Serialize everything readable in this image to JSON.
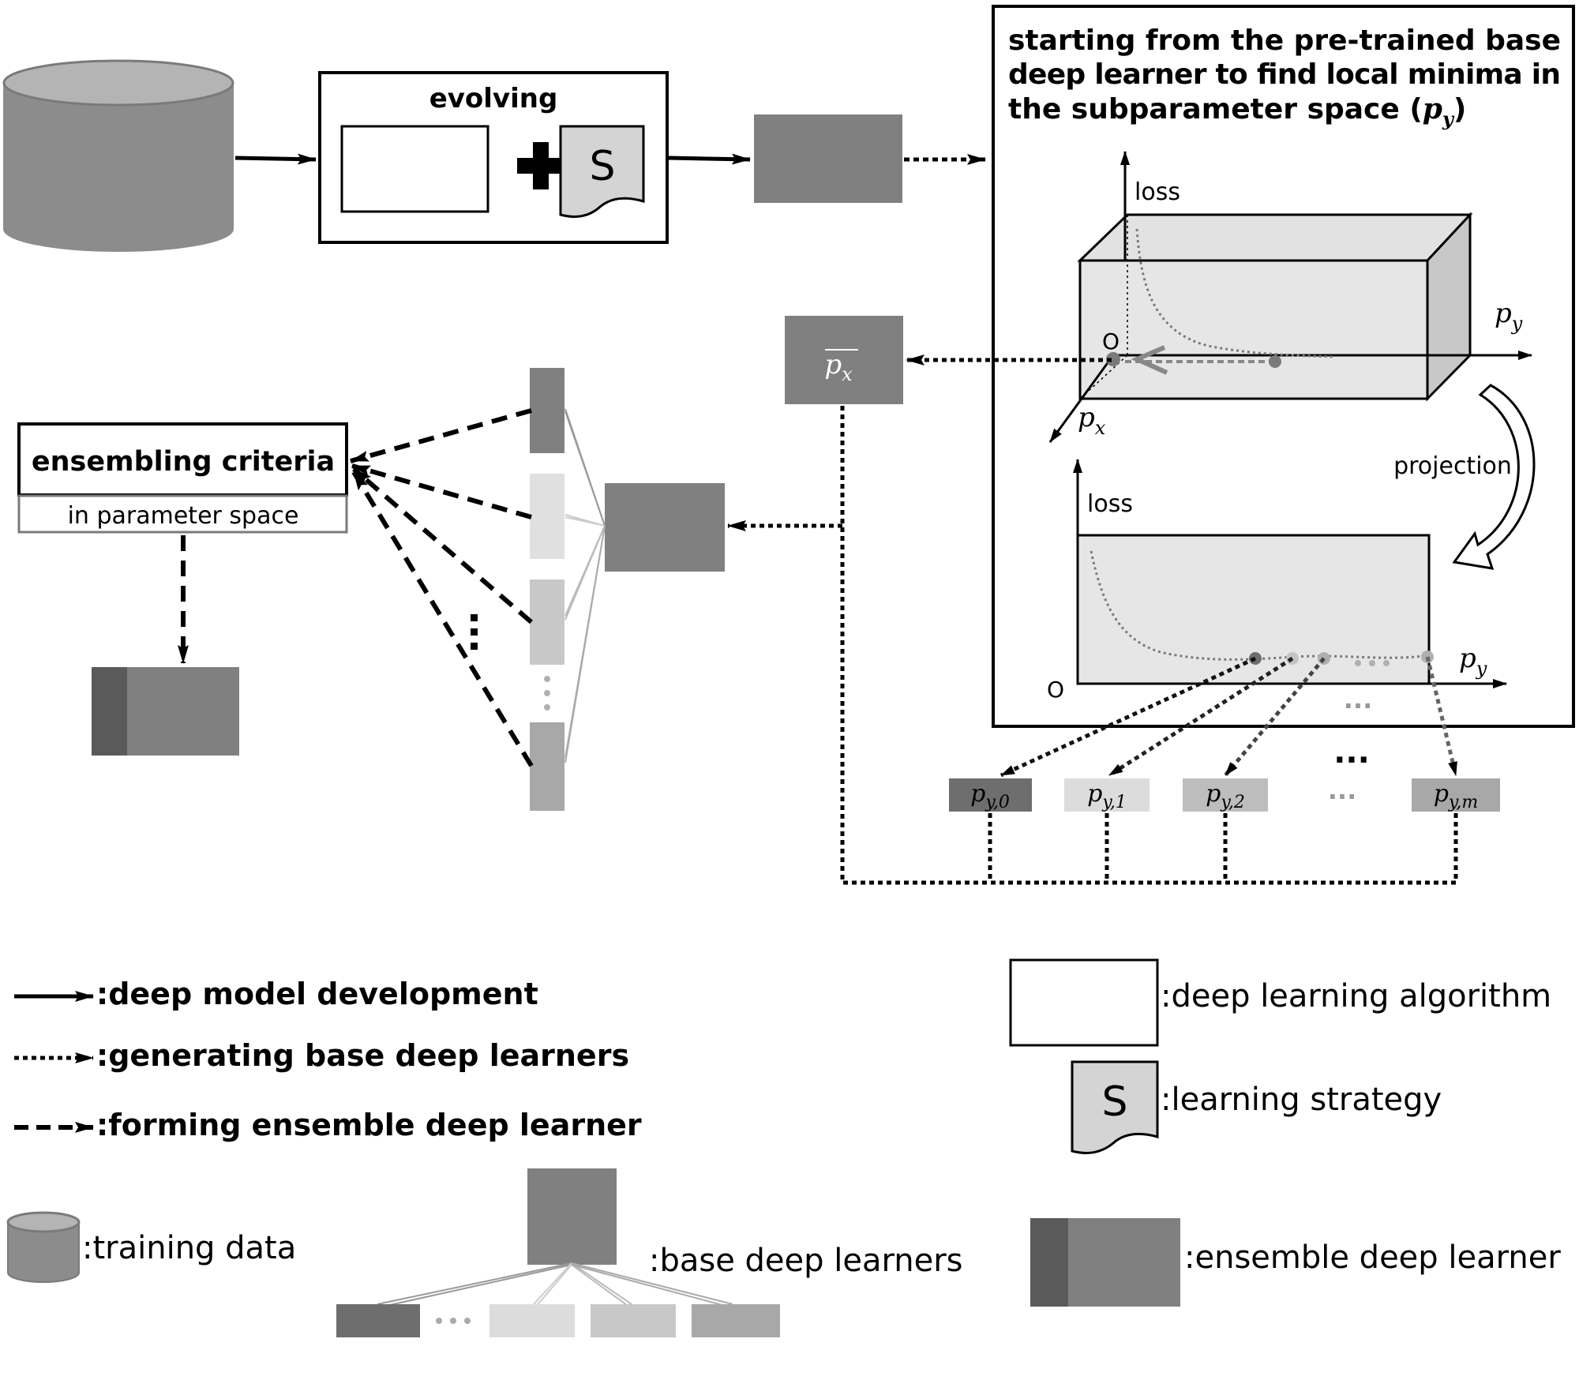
{
  "evolving_box": {
    "title": "evolving",
    "strategy_symbol": "S"
  },
  "search_panel": {
    "description_line1": "starting from the pre-trained base",
    "description_line2": "deep learner to find local minima in",
    "description_line3": "the subparameter space (",
    "description_symbol": "p",
    "description_symbol_sub": "y",
    "description_close": ")",
    "upper_plot": {
      "y_axis": "loss",
      "origin": "O",
      "axis_right": "p",
      "axis_right_sub": "y",
      "axis_diag": "p",
      "axis_diag_sub": "x"
    },
    "projection_label": "projection",
    "lower_plot": {
      "y_axis": "loss",
      "origin": "O",
      "axis_right": "p",
      "axis_right_sub": "y"
    },
    "dots_between": "..."
  },
  "px_bar_box": {
    "symbol": "p",
    "subscript": "x"
  },
  "py_boxes": [
    {
      "symbol": "p",
      "subscript": "y,0",
      "color": "#6e6e6e",
      "text_color": "#ffffff"
    },
    {
      "symbol": "p",
      "subscript": "y,1",
      "color": "#dcdcdc",
      "text_color": "#000000"
    },
    {
      "symbol": "p",
      "subscript": "y,2",
      "color": "#bdbdbd",
      "text_color": "#000000"
    },
    {
      "symbol": "p",
      "subscript": "y,m",
      "color": "#a8a8a8",
      "text_color": "#000000"
    }
  ],
  "py_row_gap_marker": "...",
  "ensembling": {
    "title": "ensembling criteria",
    "subtitle": "in parameter space"
  },
  "learner_stack_colors": [
    "#808080",
    "#e0e0e0",
    "#c8c8c8",
    "#a8a8a8"
  ],
  "legend": {
    "solid_arrow": ":deep model development",
    "dotted_arrow": ":generating base deep learners",
    "dashed_arrow": ":forming ensemble deep learner",
    "training_data": ":training data",
    "base_learners": ":base deep learners",
    "algorithm": ":deep learning algorithm",
    "strategy": ":learning strategy",
    "strategy_symbol": "S",
    "ensemble": ":ensemble deep learner"
  },
  "colors": {
    "database": "#8c8c8c",
    "model_box": "#808080",
    "ensemble_dark": "#5a5a5a",
    "ensemble_light": "#808080",
    "panel_fill": "#e8e8e8"
  }
}
